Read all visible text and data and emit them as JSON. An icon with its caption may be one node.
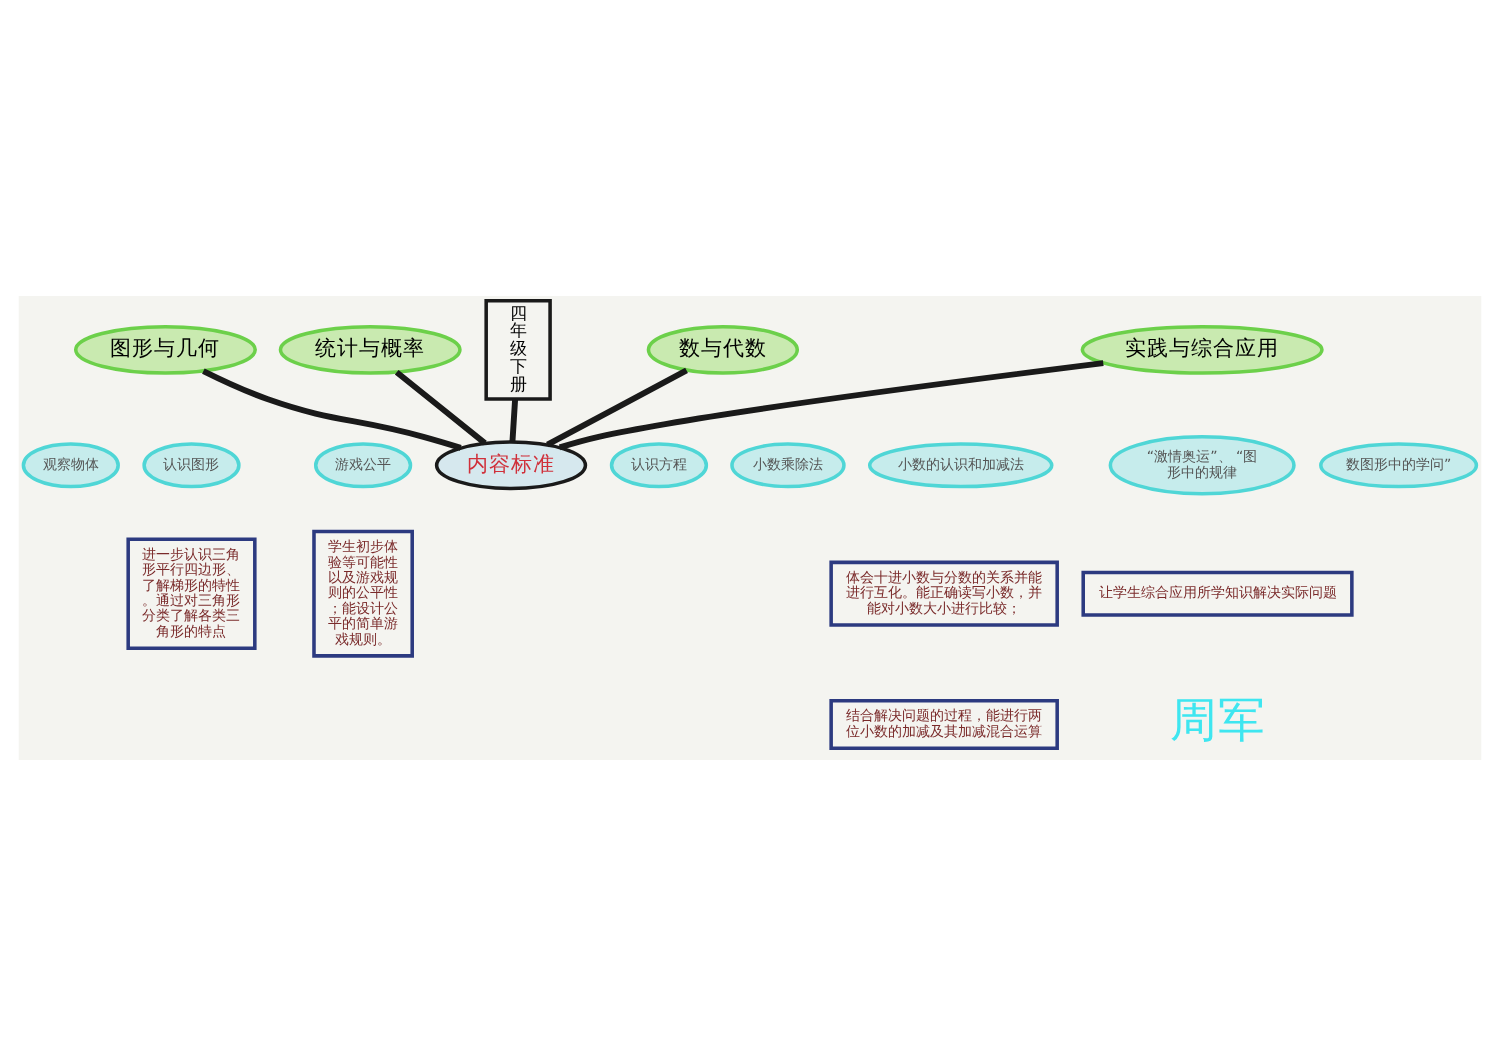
{
  "diagram": {
    "nodes": [
      {
        "text": [
          "内容标准"
        ]
      },
      {
        "text": [
          "图形与几何"
        ]
      },
      {
        "text": [
          "统计与概率"
        ]
      },
      {
        "text": [
          "数与代数"
        ]
      },
      {
        "text": [
          "实践与综合应用"
        ]
      },
      {
        "text": [
          "认识图形"
        ]
      },
      {
        "text": [
          "观察物体"
        ]
      },
      {
        "text": [
          "游戏公平"
        ]
      },
      {
        "text": [
          "认识方程"
        ]
      },
      {
        "text": [
          "小数乘除法"
        ]
      },
      {
        "text": [
          "小数的认识和加减法"
        ]
      },
      {
        "text": [
          "数图形中的学问”"
        ]
      },
      {
        "text": [
          "“激情奥运”、 “图形中的规律"
        ]
      },
      {
        "text": [
          "进一步认识三角形平行四边形、了解梯形的特性。通过对三角形分类了解各类三角形的特点"
        ]
      },
      {
        "text": [
          "学生初步体验等可能性以及游戏规则的公平性；能设计公平的简单游戏规则。"
        ]
      },
      {
        "text": [
          "体会十进小数与分数的关系并能进行互化。能正确读写小数，并能对小数大小进行比较；"
        ]
      },
      {
        "text": [
          "结合解决问题的过程，能进行两位小数的加减及其加减混合运算"
        ]
      },
      {
        "text": [
          "让学生综合应用所学知识解决实际问题"
        ]
      },
      {
        "text": [
          "四年级下册"
        ]
      }
    ],
    "edges": [
      {
        "from": 0,
        "to": 1,
        "arrow": "none"
      },
      {
        "from": 0,
        "to": 2,
        "arrow": "none"
      },
      {
        "from": 0,
        "to": 3,
        "arrow": "none"
      },
      {
        "from": 0,
        "to": 4,
        "arrow": "none"
      },
      {
        "from": 0,
        "to": 18,
        "arrow": "none"
      }
    ],
    "labels": [
      "周军"
    ]
  }
}
